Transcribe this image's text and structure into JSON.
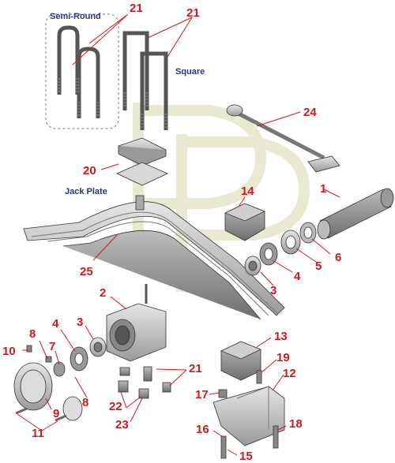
{
  "labels": {
    "semi_round": "Semi-Round",
    "square": "Square",
    "jack_plate": "Jack Plate"
  },
  "callouts": {
    "c21_top_left": "21",
    "c21_top_right": "21",
    "c24": "24",
    "c20": "20",
    "c14": "14",
    "c1": "1",
    "c25": "25",
    "c6": "6",
    "c5": "5",
    "c4_right": "4",
    "c3_right": "3",
    "c2": "2",
    "c8_top": "8",
    "c4_left": "4",
    "c3_left": "3",
    "c10": "10",
    "c7": "7",
    "c8_bottom": "8",
    "c9": "9",
    "c11": "11",
    "c13": "13",
    "c19": "19",
    "c12": "12",
    "c21_bottom": "21",
    "c17": "17",
    "c22": "22",
    "c23": "23",
    "c16": "16",
    "c18": "18",
    "c15": "15"
  },
  "colors": {
    "callout": "#d3171d",
    "label": "#2a3588",
    "part_gray": "#c9c9c9",
    "watermark": "#e9e9d2"
  }
}
